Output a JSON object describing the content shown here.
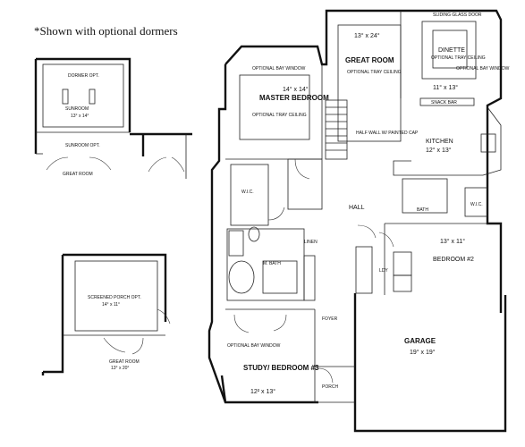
{
  "note": "*Shown with optional dormers",
  "labels": {
    "sunroom_top": "DORMER OPT.",
    "sunroom": "SUNROOM",
    "sunroom_dim": "13° x 14°",
    "sunroom_opt": "SUNROOM OPT.",
    "great_room_left": "GREAT ROOM",
    "screened_porch": "SCREENED PORCH OPT.",
    "screened_porch_dim": "14° x 11°",
    "great_room_bottom": "GREAT ROOM",
    "great_room_bottom_dim": "13° x 20°",
    "optional_bay_top": "OPTIONAL BAY WINDOW",
    "master_bedroom": "MASTER BEDROOM",
    "master_dim": "14° x 14°",
    "master_ceiling": "OPTIONAL TRAY CEILING",
    "great_room": "GREAT ROOM",
    "great_room_dim": "13° x 24°",
    "great_ceiling": "OPTIONAL TRAY CEILING",
    "dinette": "DINETTE",
    "dinette_ceiling": "OPTIONAL TRAY CEILING",
    "dinette_dim": "11° x 13°",
    "optional_bay_dinette": "OPTIONAL BAY WINDOW",
    "sliding_door": "SLIDING GLASS DOOR",
    "snack_bar": "SNACK BAR",
    "half_wall": "HALF WALL W/ PAINTED CAP",
    "kitchen": "KITCHEN",
    "kitchen_dim": "12° x 13°",
    "wic_master": "W.I.C.",
    "hall": "HALL",
    "bath": "BATH",
    "wic_right": "W.I.C.",
    "bedroom2_dim": "13° x 11°",
    "bedroom2": "BEDROOM #2",
    "mbath": "M. BATH",
    "linen": "LINEN",
    "ldy": "LDY",
    "foyer": "FOYER",
    "garage": "GARAGE",
    "garage_dim": "19° x 19°",
    "optional_bay_study": "OPTIONAL BAY WINDOW",
    "study": "STUDY/ BEDROOM #3",
    "study_dim": "12² x 13°",
    "porch": "PORCH"
  }
}
